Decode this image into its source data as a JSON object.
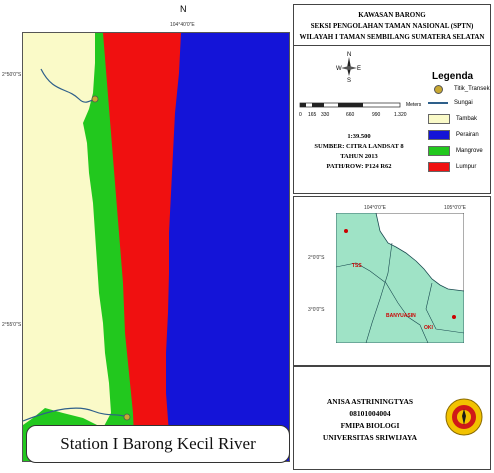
{
  "north_label": "N",
  "coordinates": {
    "top_lon": "104°40'0\"E",
    "left_lat_top": "2°50'0\"S",
    "left_lat_bottom": "2°55'0\"S"
  },
  "caption": "Station I Barong Kecil River",
  "title": {
    "line1": "KAWASAN BARONG",
    "line2": "SEKSI PENGOLAHAN TAMAN NASIONAL (SPTN)",
    "line3": "WILAYAH I TAMAN SEMBILANG SUMATERA SELATAN"
  },
  "scale_bar": {
    "ticks": [
      "0",
      "165",
      "330",
      "660",
      "990",
      "1.320"
    ],
    "unit": "Meters"
  },
  "map_info": {
    "scale": "1:39.500",
    "source": "SUMBER: CITRA LANDSAT 8",
    "year": "TAHUN 2013",
    "path_row": "PATH/ROW: P124 R62"
  },
  "legend": {
    "title": "Legenda",
    "items": [
      {
        "label": "Titik_Transek",
        "color": "#c8a832",
        "type": "point"
      },
      {
        "label": "Sungai",
        "color": "#2e5f8a",
        "type": "line"
      },
      {
        "label": "Tambak",
        "color": "#fafac8",
        "type": "fill"
      },
      {
        "label": "Perairan",
        "color": "#1414d8",
        "type": "fill"
      },
      {
        "label": "Mangrove",
        "color": "#22c81e",
        "type": "fill"
      },
      {
        "label": "Lumpur",
        "color": "#f01010",
        "type": "fill"
      }
    ]
  },
  "inset": {
    "coords_top": [
      "104°0'0\"E",
      "105°0'0\"E"
    ],
    "coords_left": [
      "2°0'0\"S",
      "3°0'0\"S"
    ],
    "places": [
      "TSS",
      "BANYUASIN",
      "OKI"
    ]
  },
  "author": {
    "name": "ANISA ASTRININGTYAS",
    "nim": "08101004004",
    "faculty": "FMIPA BIOLOGI",
    "university": "UNIVERSITAS SRIWIJAYA"
  }
}
